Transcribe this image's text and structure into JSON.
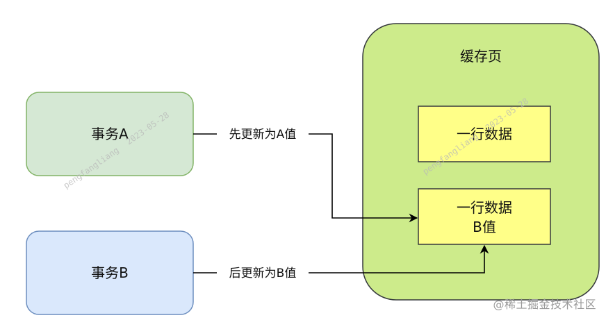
{
  "nodes": {
    "txn_a": {
      "label": "事务A",
      "fill": "#d5e8d4",
      "stroke": "#82b366"
    },
    "txn_b": {
      "label": "事务B",
      "fill": "#dae8fc",
      "stroke": "#6c8ebf"
    },
    "cache_page": {
      "label": "缓存页",
      "fill": "#cdeb8b",
      "stroke": "#36393d"
    },
    "row_top": {
      "label": "一行数据",
      "fill": "#ffff88",
      "stroke": "#36393d"
    },
    "row_bottom": {
      "line1": "一行数据",
      "line2": "B值",
      "fill": "#ffff88",
      "stroke": "#36393d"
    }
  },
  "edges": {
    "a_to_row": {
      "label": "先更新为A值"
    },
    "b_to_row": {
      "label": "后更新为B值"
    }
  },
  "watermarks": {
    "author": "pengfangliang",
    "date": "2023-05-28"
  },
  "footer": {
    "brand": "@稀土掘金技术社区"
  }
}
